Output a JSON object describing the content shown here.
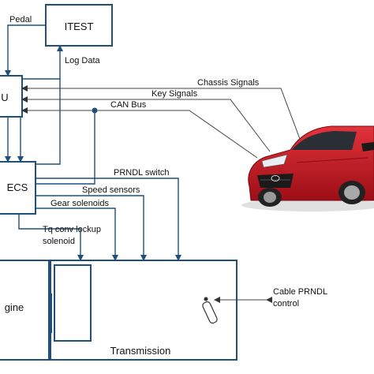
{
  "blocks": {
    "itest": "ITEST",
    "ecu_partial": "U",
    "ecs": "ECS",
    "engine_partial": "gine",
    "transmission": "Transmission"
  },
  "signals": {
    "pedal": "Pedal",
    "log_data": "Log Data",
    "chassis": "Chassis Signals",
    "key": "Key Signals",
    "can_bus": "CAN Bus",
    "prndl_switch": "PRNDL switch",
    "speed_sensors": "Speed sensors",
    "gear_solenoids": "Gear solenoids",
    "tq_conv_line1": "Tq conv lockup",
    "tq_conv_line2": "solenoid",
    "cable_line1": "Cable PRNDL",
    "cable_line2": "control"
  },
  "colors": {
    "line": "#1f4f7a",
    "car_body": "#c8141e",
    "car_dark": "#7a0a10"
  }
}
